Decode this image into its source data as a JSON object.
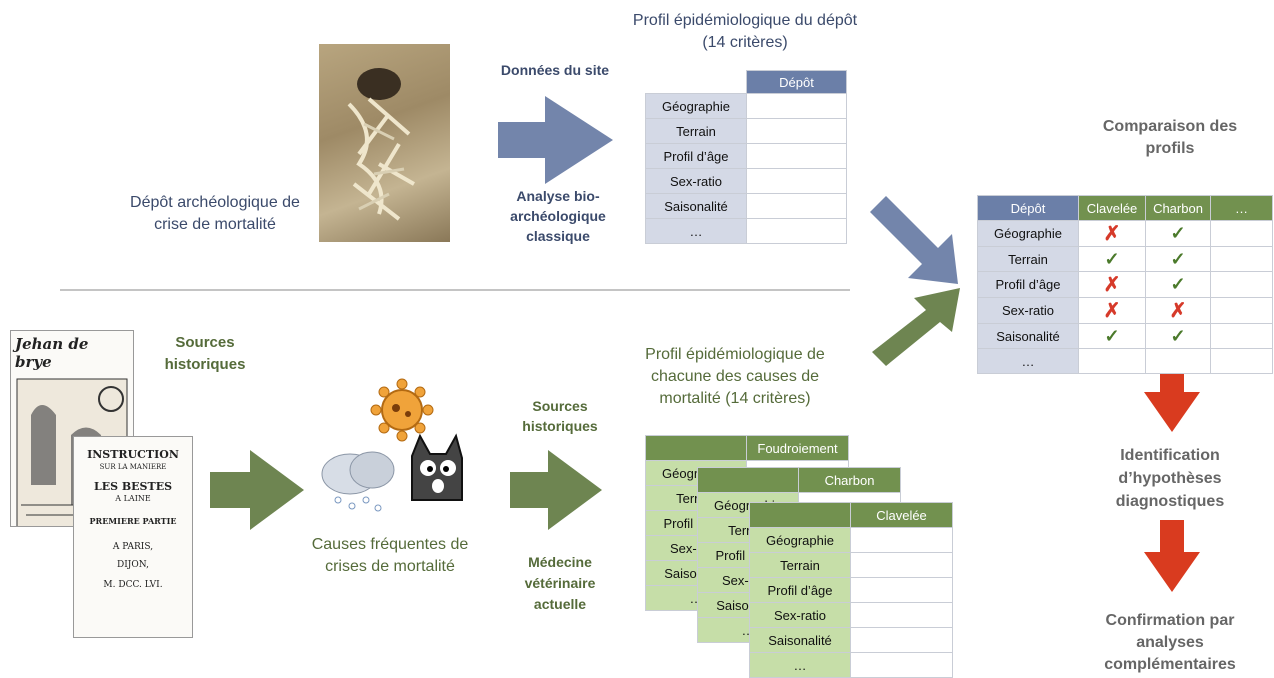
{
  "top": {
    "site_label": "Dépôt archéologique de crise de mortalité",
    "donnees_label": "Données du site",
    "analyse_label": "Analyse bio-archéologique classique",
    "profile_title": "Profil épidémiologique du dépôt (14 critères)",
    "table_header": "Dépôt",
    "rows": [
      "Géographie",
      "Terrain",
      "Profil d’âge",
      "Sex-ratio",
      "Saisonalité",
      "…"
    ]
  },
  "right": {
    "compare_title": "Comparaison des profils",
    "headers": [
      "Dépôt",
      "Clavelée",
      "Charbon",
      "…"
    ],
    "rows": [
      {
        "label": "Géographie",
        "clavelee": "✗",
        "charbon": "✓"
      },
      {
        "label": "Terrain",
        "clavelee": "✓",
        "charbon": "✓"
      },
      {
        "label": "Profil d’âge",
        "clavelee": "✗",
        "charbon": "✓"
      },
      {
        "label": "Sex-ratio",
        "clavelee": "✗",
        "charbon": "✗"
      },
      {
        "label": "Saisonalité",
        "clavelee": "✓",
        "charbon": "✓"
      },
      {
        "label": "…",
        "clavelee": "",
        "charbon": ""
      }
    ],
    "identification": "Identification d’hypothèses diagnostiques",
    "confirmation": "Confirmation par analyses complémentaires"
  },
  "bottom": {
    "sources_label": "Sources historiques",
    "book1_title": "Jehan de brye",
    "book2_lines": [
      "INSTRUCTION",
      "SUR LA MANIERE",
      "LES BESTES",
      "A LAINE",
      "PREMIERE PARTIE",
      "A PARIS,",
      "DIJON,",
      "M. DCC. LVI."
    ],
    "causes_label": "Causes fréquentes de crises de mortalité",
    "sources2_label": "Sources historiques",
    "medecine_label": "Médecine vétérinaire actuelle",
    "profile_title": "Profil épidémiologique de chacune des causes de mortalité (14 critères)",
    "tables": [
      {
        "header": "Foudroiement",
        "rows": [
          "Géographie",
          "Terrain",
          "Profil d’âge",
          "Sex-ratio",
          "Saisonalité",
          "…"
        ]
      },
      {
        "header": "Charbon",
        "rows": [
          "Géographie",
          "Terrain",
          "Profil d’âge",
          "Sex-ratio",
          "Saisonalité",
          "…"
        ]
      },
      {
        "header": "Clavelée",
        "rows": [
          "Géographie",
          "Terrain",
          "Profil d’âge",
          "Sex-ratio",
          "Saisonalité",
          "…"
        ]
      }
    ]
  },
  "colors": {
    "blue_arrow": "#7385ab",
    "green_arrow": "#6e8551",
    "red_arrow": "#d93b1f"
  }
}
